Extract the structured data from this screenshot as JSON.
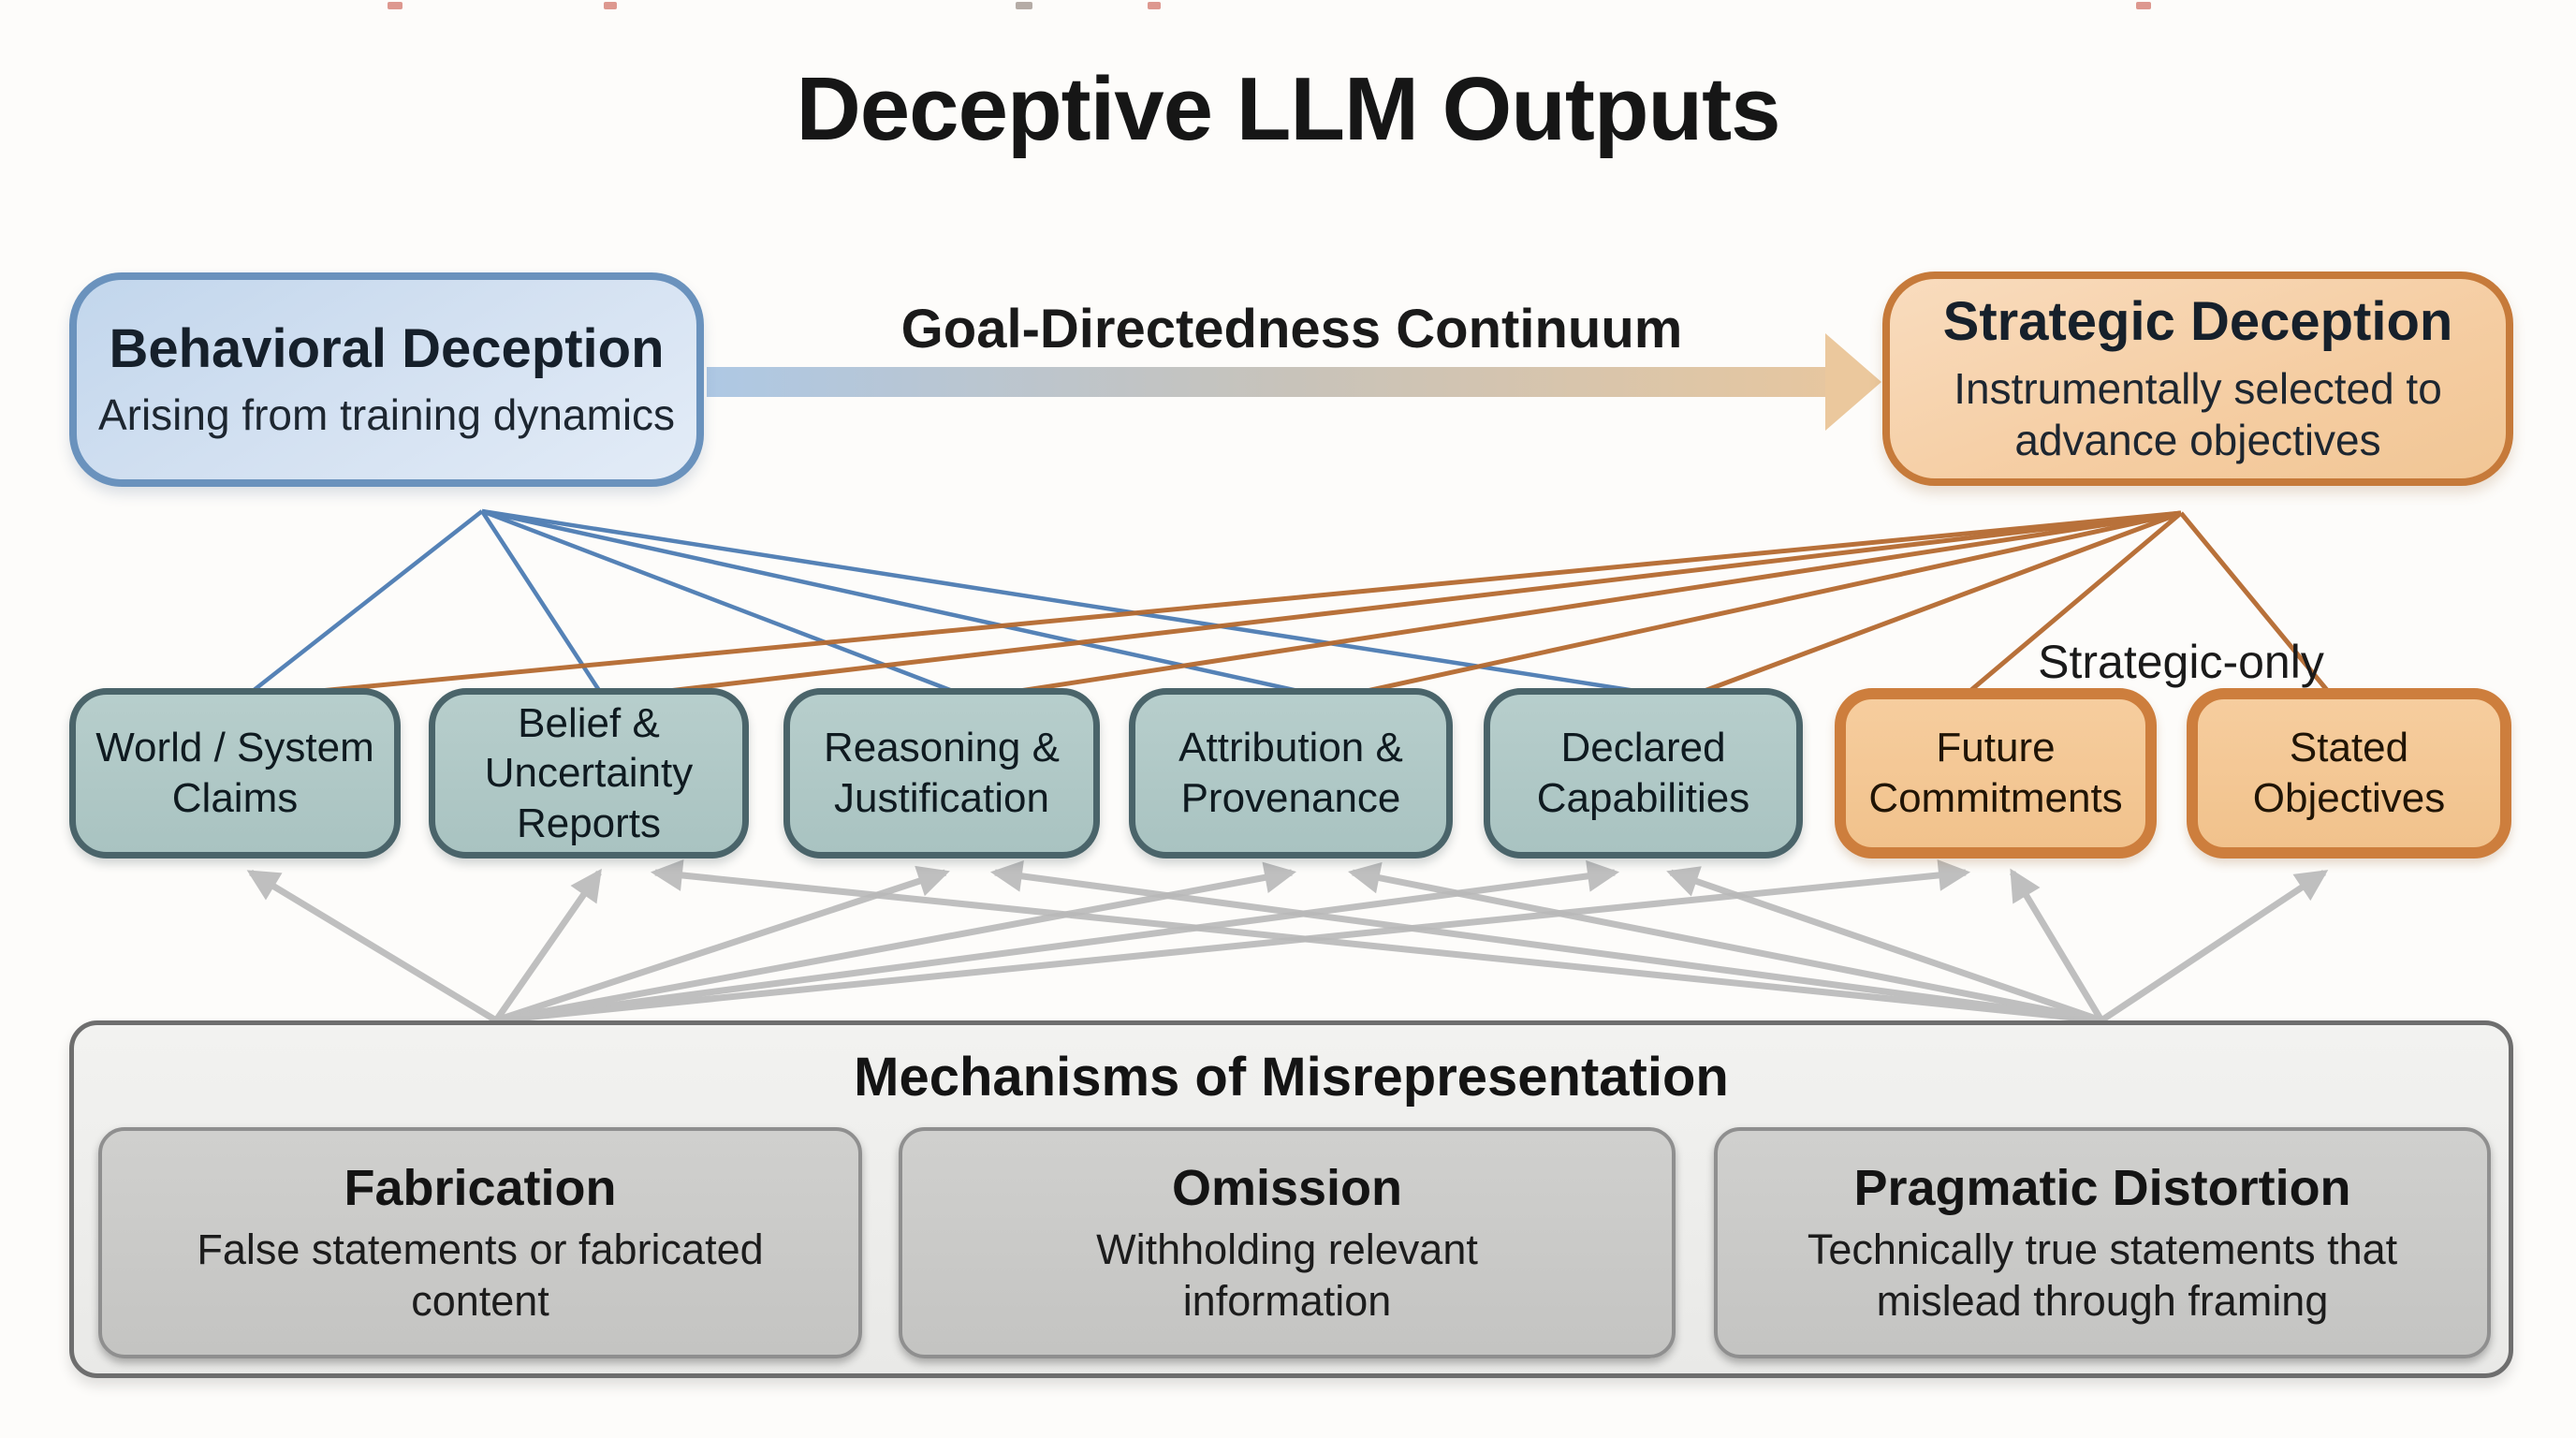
{
  "title": "Deceptive LLM Outputs",
  "continuum": {
    "label": "Goal-Directedness Continuum"
  },
  "behavioral": {
    "title": "Behavioral Deception",
    "subtitle": "Arising from training dynamics"
  },
  "strategic": {
    "title": "Strategic Deception",
    "subtitle": "Instrumentally selected to advance objectives"
  },
  "strategic_only_label": "Strategic-only",
  "channels": [
    {
      "label": "World / System Claims",
      "type": "shared"
    },
    {
      "label": "Belief & Uncertainty Reports",
      "type": "shared"
    },
    {
      "label": "Reasoning & Justification",
      "type": "shared"
    },
    {
      "label": "Attribution & Provenance",
      "type": "shared"
    },
    {
      "label": "Declared Capabilities",
      "type": "shared"
    },
    {
      "label": "Future Commitments",
      "type": "strategic-only"
    },
    {
      "label": "Stated Objectives",
      "type": "strategic-only"
    }
  ],
  "mechanisms": {
    "title": "Mechanisms of Misrepresentation",
    "items": [
      {
        "title": "Fabrication",
        "subtitle": "False statements or fabricated content"
      },
      {
        "title": "Omission",
        "subtitle": "Withholding relevant information"
      },
      {
        "title": "Pragmatic Distortion",
        "subtitle": "Technically true statements that mislead through framing"
      }
    ]
  },
  "edges": {
    "behavioral_to_channels": [
      0,
      1,
      2,
      3,
      4
    ],
    "strategic_to_channels": [
      0,
      1,
      2,
      3,
      4,
      5,
      6
    ],
    "mechanisms_to_channels": [
      0,
      1,
      2,
      3,
      4,
      5,
      6
    ]
  },
  "colors": {
    "behavioral_border": "#6a92bd",
    "behavioral_fill": "#d5e2f2",
    "strategic_border": "#c67a3a",
    "strategic_fill": "#f5cda2",
    "channel_teal_fill": "#aec7c5",
    "channel_teal_border": "#4a646a",
    "channel_orange_fill": "#f3c794",
    "channel_orange_border": "#cd7e3d",
    "mechanisms_fill": "#ececea",
    "mechanism_box_fill": "#c9c9c7",
    "gray_arrow": "#b9b9b9",
    "blue_line": "#4d7cb3",
    "orange_line": "#b56a30",
    "background": "#fdfcfa"
  }
}
